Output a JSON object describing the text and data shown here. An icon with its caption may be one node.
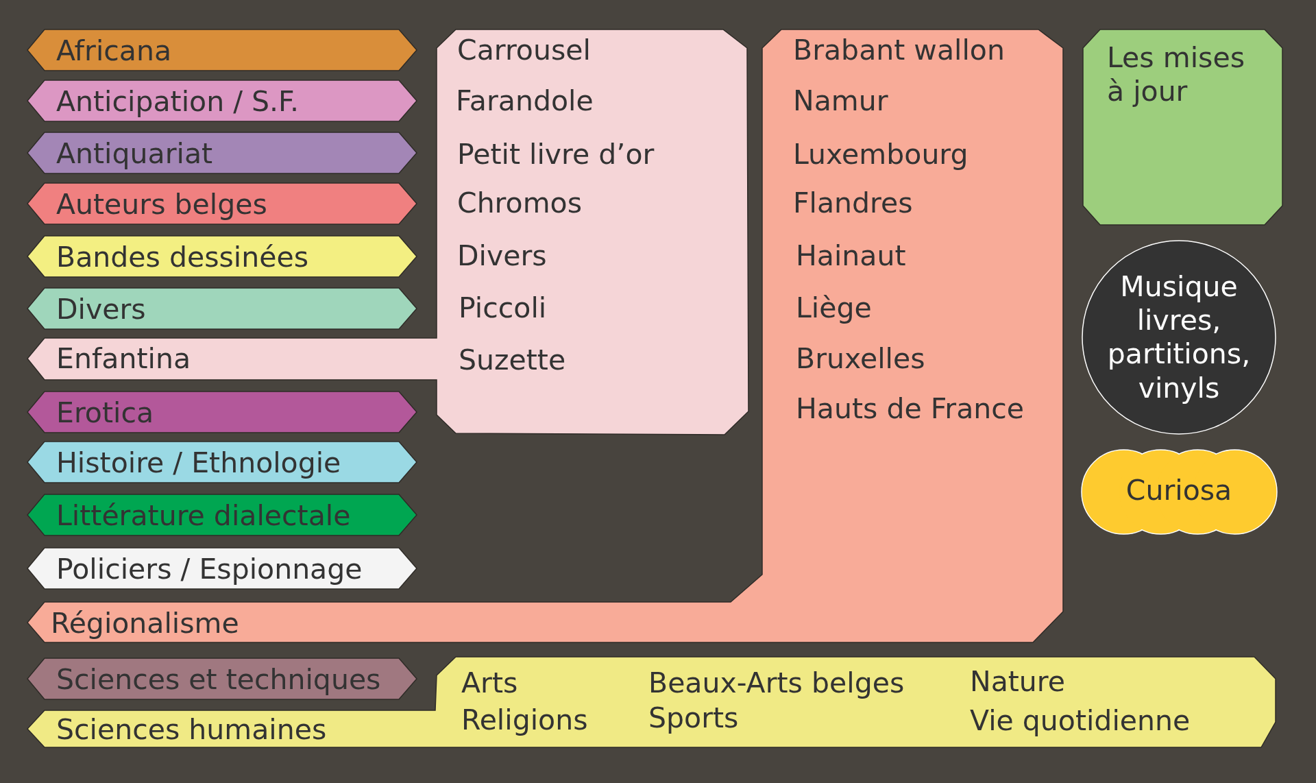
{
  "diagram": {
    "nodes": [
      {
        "text": [
          "Africana"
        ]
      },
      {
        "text": [
          "Anticipation / S.F."
        ]
      },
      {
        "text": [
          "Antiquariat"
        ]
      },
      {
        "text": [
          "Auteurs belges"
        ]
      },
      {
        "text": [
          "Bandes dessinées"
        ]
      },
      {
        "text": [
          "Divers"
        ]
      },
      {
        "text": [
          "Enfantina",
          "Carrousel",
          "Farandole",
          "Petit livre d’or",
          "Chromos",
          "Divers",
          "Piccoli",
          "Suzette"
        ]
      },
      {
        "text": [
          "Erotica"
        ]
      },
      {
        "text": [
          "Histoire / Ethnologie"
        ]
      },
      {
        "text": [
          "Littérature dialectale"
        ]
      },
      {
        "text": [
          "Policiers / Espionnage"
        ]
      },
      {
        "text": [
          "Régionalisme",
          "Brabant wallon",
          "Namur",
          "Luxembourg",
          "Flandres",
          "Hainaut",
          "Liège",
          "Bruxelles",
          "Hauts de France"
        ]
      },
      {
        "text": [
          "Sciences et techniques"
        ]
      },
      {
        "text": [
          "Sciences humaines",
          "Arts",
          "Religions",
          "Beaux-Arts belges",
          "Sports",
          "Nature",
          "Vie quotidienne"
        ]
      },
      {
        "text": [
          "Les mises à jour"
        ]
      },
      {
        "text": [
          "Musique livres, partitions, vinyls"
        ]
      },
      {
        "text": [
          "Curiosa"
        ]
      }
    ]
  }
}
